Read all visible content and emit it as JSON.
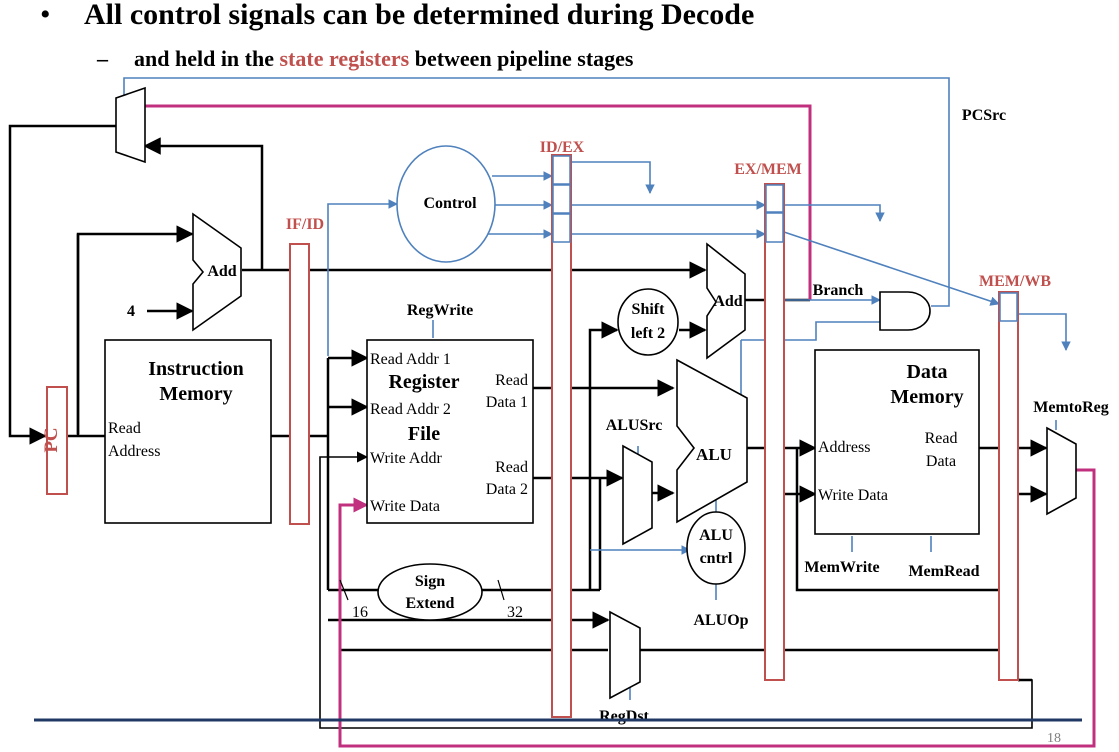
{
  "slide": {
    "bullet_main": "All control signals can be determined during Decode",
    "sub_prefix": "and held in the ",
    "sub_highlight": "state registers",
    "sub_suffix": " between pipeline stages",
    "page_number": "18"
  },
  "colors": {
    "accent_red": "#c0504d",
    "control_blue": "#4f81bd",
    "writeback_magenta": "#c0307f",
    "footer_navy": "#1f3864"
  },
  "diagram": {
    "pipeline_registers": {
      "if_id": "IF/ID",
      "id_ex": "ID/EX",
      "ex_mem": "EX/MEM",
      "mem_wb": "MEM/WB"
    },
    "pc": "PC",
    "instruction_memory": {
      "title_line1": "Instruction",
      "title_line2": "Memory",
      "port_line1": "Read",
      "port_line2": "Address"
    },
    "adder_pc": "Add",
    "const_four": "4",
    "control": "Control",
    "register_file": {
      "title_line1": "Register",
      "title_line2": "File",
      "read_addr1": "Read Addr 1",
      "read_addr2": "Read Addr 2",
      "write_addr": "Write Addr",
      "write_data": "Write Data",
      "read_data1_line1": "Read",
      "read_data1_line2": "Data 1",
      "read_data2_line1": "Read",
      "read_data2_line2": "Data 2"
    },
    "regwrite": "RegWrite",
    "sign_extend_line1": "Sign",
    "sign_extend_line2": "Extend",
    "width_in": "16",
    "width_out": "32",
    "shift_line1": "Shift",
    "shift_line2": "left 2",
    "adder_branch": "Add",
    "alusrc": "ALUSrc",
    "alu": "ALU",
    "alu_ctrl_line1": "ALU",
    "alu_ctrl_line2": "cntrl",
    "aluop": "ALUOp",
    "regdst": "RegDst",
    "branch": "Branch",
    "pcsrc": "PCSrc",
    "data_memory": {
      "title_line1": "Data",
      "title_line2": "Memory",
      "address": "Address",
      "write_data": "Write Data",
      "read_data_line1": "Read",
      "read_data_line2": "Data"
    },
    "memwrite": "MemWrite",
    "memread": "MemRead",
    "memtoreg": "MemtoReg"
  }
}
